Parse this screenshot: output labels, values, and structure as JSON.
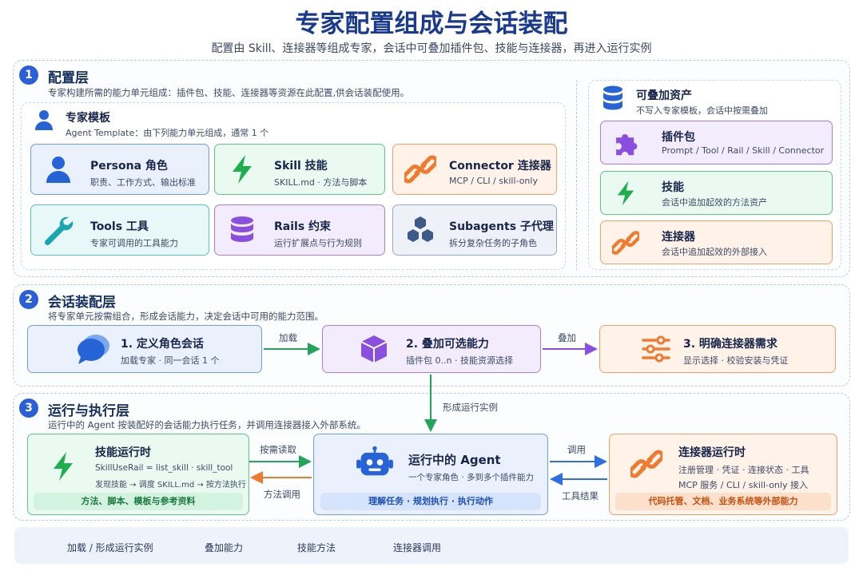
{
  "title": "专家配置组成与会话装配",
  "subtitle": "配置由 Skill、连接器等组成专家，会话中可叠加插件包、技能与连接器，再进入运行实例",
  "section1": {
    "num": "1",
    "title": "配置层",
    "desc": "专家构建所需的能力单元组成：插件包、技能、连接器等资源在此配置,供会话装配使用。",
    "template": {
      "title": "专家模板",
      "desc": "Agent Template：由下列能力单元组成，通常 1 个",
      "cards": [
        {
          "title": "Persona 角色",
          "desc": "职责、工作方式、输出标准",
          "icon": "person-icon",
          "color": "blue"
        },
        {
          "title": "Skill 技能",
          "desc": "SKILL.md · 方法与脚本",
          "icon": "lightning-icon",
          "color": "green"
        },
        {
          "title": "Connector 连接器",
          "desc": "MCP / CLI / skill-only",
          "icon": "link-icon",
          "color": "orange"
        },
        {
          "title": "Tools 工具",
          "desc": "专家可调用的工具能力",
          "icon": "wrench-icon",
          "color": "teal"
        },
        {
          "title": "Rails 约束",
          "desc": "运行扩展点与行为规则",
          "icon": "database-icon",
          "color": "purple"
        },
        {
          "title": "Subagents 子代理",
          "desc": "拆分复杂任务的子角色",
          "icon": "hexagons-icon",
          "color": "gray"
        }
      ]
    },
    "stackable": {
      "title": "可叠加资产",
      "desc": "不写入专家模板，会话中按需叠加",
      "cards": [
        {
          "title": "插件包",
          "desc": "Prompt / Tool / Rail / Skill / Connector",
          "icon": "puzzle-icon",
          "color": "purple"
        },
        {
          "title": "技能",
          "desc": "会话中追加起效的方法资产",
          "icon": "lightning-icon",
          "color": "green"
        },
        {
          "title": "连接器",
          "desc": "会话中追加起效的外部接入",
          "icon": "link-icon",
          "color": "orange"
        }
      ]
    }
  },
  "section2": {
    "num": "2",
    "title": "会话装配层",
    "desc": "将专家单元按需组合，形成会话能力，决定会话中可用的能力范围。",
    "steps": [
      {
        "title": "1. 定义角色会话",
        "desc": "加载专家 · 同一会话 1 个",
        "icon": "chat-icon"
      },
      {
        "title": "2. 叠加可选能力",
        "desc": "插件包 0..n · 技能资源选择",
        "icon": "cube-icon"
      },
      {
        "title": "3. 明确连接器需求",
        "desc": "显示选择 · 校验安装与凭证",
        "icon": "sliders-icon"
      }
    ],
    "arrow1": "加载",
    "arrow2": "叠加"
  },
  "down_arrow_label": "形成运行实例",
  "section3": {
    "num": "3",
    "title": "运行与执行层",
    "desc": "运行中的 Agent 按装配好的会话能力执行任务，并调用连接器接入外部系统。",
    "skill_runtime": {
      "title": "技能运行时",
      "line1": "SkillUseRail = list_skill · skill_tool",
      "line2": "发现技能 → 调度 SKILL.md → 按方法执行",
      "strip": "方法、脚本、模板与参考资料"
    },
    "agent": {
      "title": "运行中的 Agent",
      "desc": "一个专家角色 · 多到多个插件能力",
      "strip": "理解任务 · 规划执行 · 执行动作"
    },
    "connector_runtime": {
      "title": "连接器运行时",
      "line1": "注册管理 · 凭证 · 连接状态 · 工具",
      "line2": "MCP 服务 / CLI / skill-only 接入",
      "strip": "代码托管、文档、业务系统等外部能力"
    },
    "arrow_read": "按需读取",
    "arrow_method": "方法调用",
    "arrow_call": "调用",
    "arrow_result": "工具结果"
  },
  "legend": [
    {
      "label": "加载 / 形成运行实例",
      "color": "#22a45a"
    },
    {
      "label": "叠加能力",
      "color": "#8b4fe0"
    },
    {
      "label": "技能方法",
      "color": "#f07a2e"
    },
    {
      "label": "连接器调用",
      "color": "#2f6fe4"
    }
  ]
}
